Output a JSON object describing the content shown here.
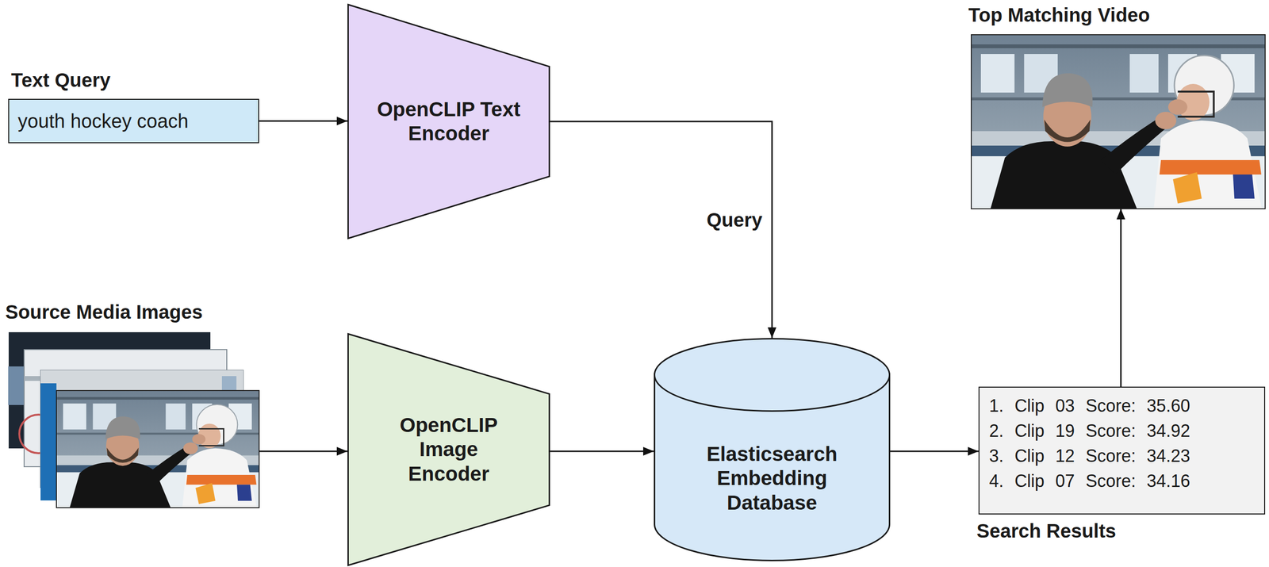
{
  "diagram": {
    "nodes": [
      {
        "text": [
          "Text Query",
          "youth hockey coach"
        ]
      },
      {
        "text": [
          "OpenCLIP Text Encoder"
        ]
      },
      {
        "text": [
          "Source Media Images"
        ]
      },
      {
        "text": [
          "OpenCLIP Image Encoder"
        ]
      },
      {
        "text": [
          "Elasticsearch Embedding Database"
        ]
      },
      {
        "text": [
          "Search Results",
          "1. Clip 03 Score: 35.60",
          "2. Clip 19 Score: 34.92",
          "3. Clip 12 Score: 34.23",
          "4. Clip 07 Score: 34.16"
        ]
      },
      {
        "text": [
          "Top Matching Video"
        ]
      }
    ],
    "edges": [
      {
        "from": 0,
        "to": 1,
        "arrow": "to"
      },
      {
        "from": 1,
        "to": 4,
        "arrow": "to",
        "label": "Query"
      },
      {
        "from": 2,
        "to": 3,
        "arrow": "to"
      },
      {
        "from": 3,
        "to": 4,
        "arrow": "to"
      },
      {
        "from": 4,
        "to": 5,
        "arrow": "to"
      },
      {
        "from": 5,
        "to": 6,
        "arrow": "to"
      }
    ]
  }
}
